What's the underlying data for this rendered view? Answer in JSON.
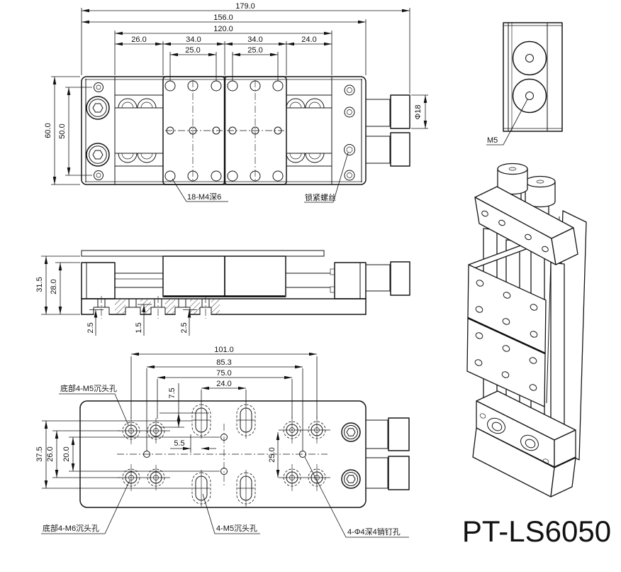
{
  "title": "PT-LS6050",
  "top_view": {
    "dims": {
      "total_length": "179.0",
      "body_length": "156.0",
      "inner_span": "120.0",
      "seg_a": "26.0",
      "seg_b": "34.0",
      "seg_c": "34.0",
      "seg_d": "24.0",
      "hole_span_left": "25.0",
      "hole_span_right": "25.0",
      "body_width": "60.0",
      "screw_span": "50.0",
      "knob_diameter": "Φ18"
    },
    "labels": {
      "thread_holes": "18-M4深6",
      "lock_screw": "锁紧螺丝"
    }
  },
  "end_view": {
    "labels": {
      "knob_thread": "M5"
    }
  },
  "front_view": {
    "dims": {
      "total_height": "31.5",
      "body_height": "28.0",
      "depth_a": "2.5",
      "depth_b": "1.5",
      "depth_c": "2.5"
    }
  },
  "bottom_view": {
    "dims": {
      "span_outer": "101.0",
      "span_pin": "85.3",
      "span_inner": "75.0",
      "slot_span": "24.0",
      "offset_a": "7.5",
      "offset_b": "5.5",
      "width_outer": "37.5",
      "width_inner": "26.0",
      "pin_span": "20.0",
      "right_hole_span": "25.0"
    },
    "labels": {
      "bottom_m5": "底部4-M5沉头孔",
      "bottom_m6": "底部4-M6沉头孔",
      "m5_slots": "4-M5沉头孔",
      "pin_holes": "4-Φ4深4销钉孔"
    }
  }
}
